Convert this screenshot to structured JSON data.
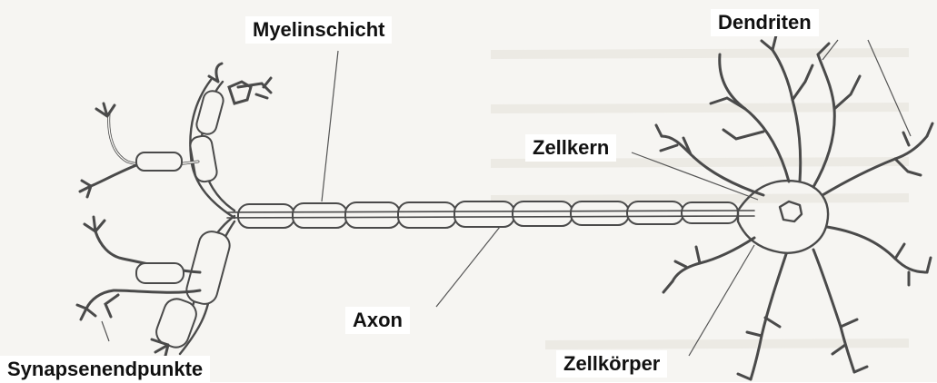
{
  "labels": {
    "myelin": "Myelinschicht",
    "dendrites": "Dendriten",
    "nucleus": "Zellkern",
    "axon": "Axon",
    "synapses": "Synapsenendpunkte",
    "soma": "Zellkörper"
  }
}
